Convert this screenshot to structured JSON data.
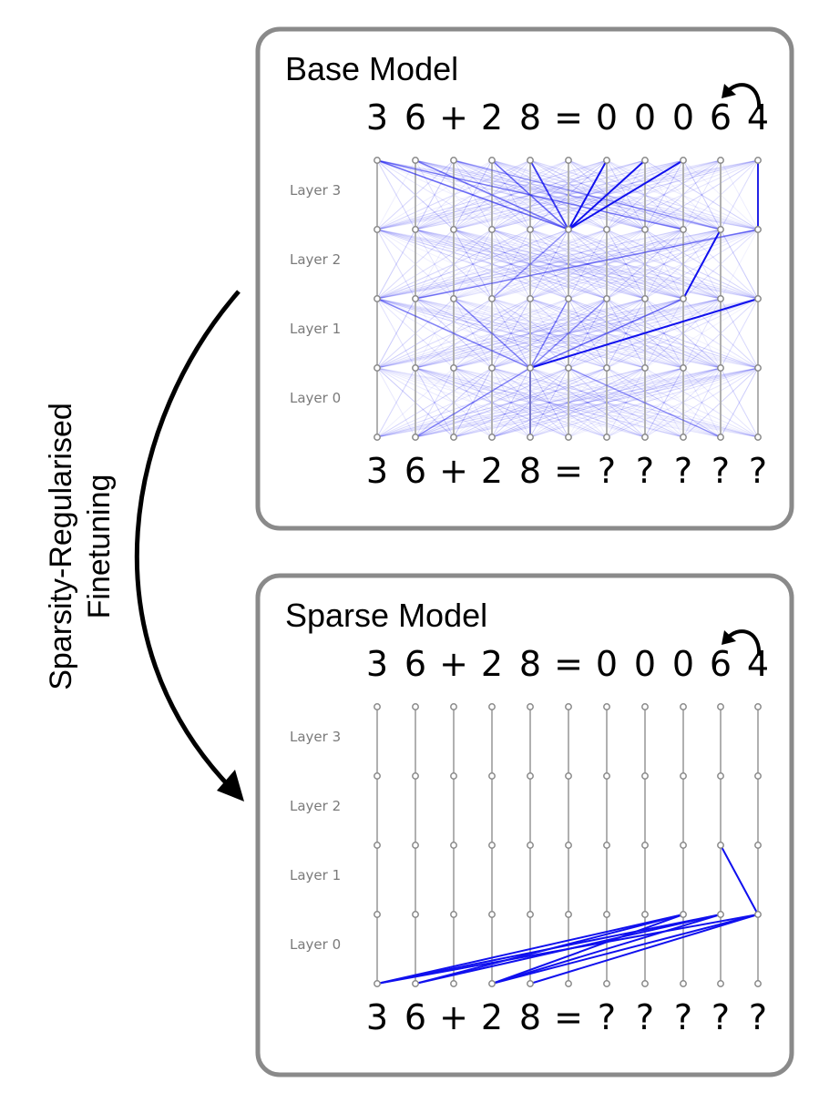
{
  "side_label": [
    "Sparsity-Regularised",
    "Finetuning"
  ],
  "panels": [
    {
      "title": "Base Model",
      "output_tokens": [
        "3",
        "6",
        "+",
        "2",
        "8",
        "=",
        "0",
        "0",
        "0",
        "6",
        "4"
      ],
      "input_tokens": [
        "3",
        "6",
        "+",
        "2",
        "8",
        "=",
        "?",
        "?",
        "?",
        "?",
        "?"
      ],
      "layer_labels": [
        "Layer 3",
        "Layer 2",
        "Layer 1",
        "Layer 0"
      ],
      "dense_faint_edges": true,
      "strong_edges": [
        {
          "from": [
            3,
            5
          ],
          "to": [
            4,
            6
          ],
          "w": 1.0
        },
        {
          "from": [
            3,
            5
          ],
          "to": [
            4,
            7
          ],
          "w": 1.0
        },
        {
          "from": [
            3,
            5
          ],
          "to": [
            4,
            8
          ],
          "w": 1.0
        },
        {
          "from": [
            3,
            5
          ],
          "to": [
            4,
            4
          ],
          "w": 0.8
        },
        {
          "from": [
            3,
            5
          ],
          "to": [
            4,
            3
          ],
          "w": 0.55
        },
        {
          "from": [
            3,
            5
          ],
          "to": [
            4,
            0
          ],
          "w": 0.55
        },
        {
          "from": [
            3,
            5
          ],
          "to": [
            4,
            1
          ],
          "w": 0.5
        },
        {
          "from": [
            3,
            10
          ],
          "to": [
            4,
            10
          ],
          "w": 0.9
        },
        {
          "from": [
            3,
            8
          ],
          "to": [
            4,
            0
          ],
          "w": 0.45
        },
        {
          "from": [
            3,
            9
          ],
          "to": [
            4,
            2
          ],
          "w": 0.35
        },
        {
          "from": [
            2,
            3
          ],
          "to": [
            3,
            5
          ],
          "w": 0.4
        },
        {
          "from": [
            2,
            8
          ],
          "to": [
            3,
            9
          ],
          "w": 1.0
        },
        {
          "from": [
            2,
            1
          ],
          "to": [
            3,
            10
          ],
          "w": 0.45
        },
        {
          "from": [
            1,
            4
          ],
          "to": [
            2,
            10
          ],
          "w": 1.0
        },
        {
          "from": [
            1,
            4
          ],
          "to": [
            2,
            8
          ],
          "w": 0.5
        },
        {
          "from": [
            1,
            4
          ],
          "to": [
            2,
            6
          ],
          "w": 0.45
        },
        {
          "from": [
            1,
            4
          ],
          "to": [
            2,
            5
          ],
          "w": 0.45
        },
        {
          "from": [
            1,
            4
          ],
          "to": [
            2,
            0
          ],
          "w": 0.45
        },
        {
          "from": [
            1,
            4
          ],
          "to": [
            2,
            2
          ],
          "w": 0.4
        },
        {
          "from": [
            0,
            1
          ],
          "to": [
            1,
            4
          ],
          "w": 0.4
        },
        {
          "from": [
            0,
            4
          ],
          "to": [
            1,
            4
          ],
          "w": 0.45
        },
        {
          "from": [
            0,
            9
          ],
          "to": [
            1,
            5
          ],
          "w": 0.35
        }
      ]
    },
    {
      "title": "Sparse Model",
      "output_tokens": [
        "3",
        "6",
        "+",
        "2",
        "8",
        "=",
        "0",
        "0",
        "0",
        "6",
        "4"
      ],
      "input_tokens": [
        "3",
        "6",
        "+",
        "2",
        "8",
        "=",
        "?",
        "?",
        "?",
        "?",
        "?"
      ],
      "layer_labels": [
        "Layer 3",
        "Layer 2",
        "Layer 1",
        "Layer 0"
      ],
      "dense_faint_edges": false,
      "strong_edges": [
        {
          "from": [
            2,
            9
          ],
          "to": [
            1,
            10
          ],
          "w": 1.0
        },
        {
          "from": [
            1,
            10
          ],
          "to": [
            0,
            0
          ],
          "w": 1.0
        },
        {
          "from": [
            1,
            10
          ],
          "to": [
            0,
            3
          ],
          "w": 1.0
        },
        {
          "from": [
            1,
            10
          ],
          "to": [
            0,
            4
          ],
          "w": 1.0
        },
        {
          "from": [
            1,
            9
          ],
          "to": [
            0,
            0
          ],
          "w": 1.0
        },
        {
          "from": [
            1,
            9
          ],
          "to": [
            0,
            1
          ],
          "w": 1.0
        },
        {
          "from": [
            1,
            9
          ],
          "to": [
            0,
            3
          ],
          "w": 1.0
        },
        {
          "from": [
            1,
            8
          ],
          "to": [
            0,
            0
          ],
          "w": 1.0
        },
        {
          "from": [
            1,
            8
          ],
          "to": [
            0,
            1
          ],
          "w": 1.0
        },
        {
          "from": [
            1,
            8
          ],
          "to": [
            0,
            3
          ],
          "w": 1.0
        }
      ]
    }
  ],
  "colors": {
    "edge": "#1010ee",
    "node_stroke": "#8a8a8a",
    "frame": "#8a8a8a",
    "residual_line": "#b0b0b0"
  },
  "icons": {
    "output_marker": "curved-arrow-icon",
    "process_arrow": "curved-arrow-icon"
  }
}
